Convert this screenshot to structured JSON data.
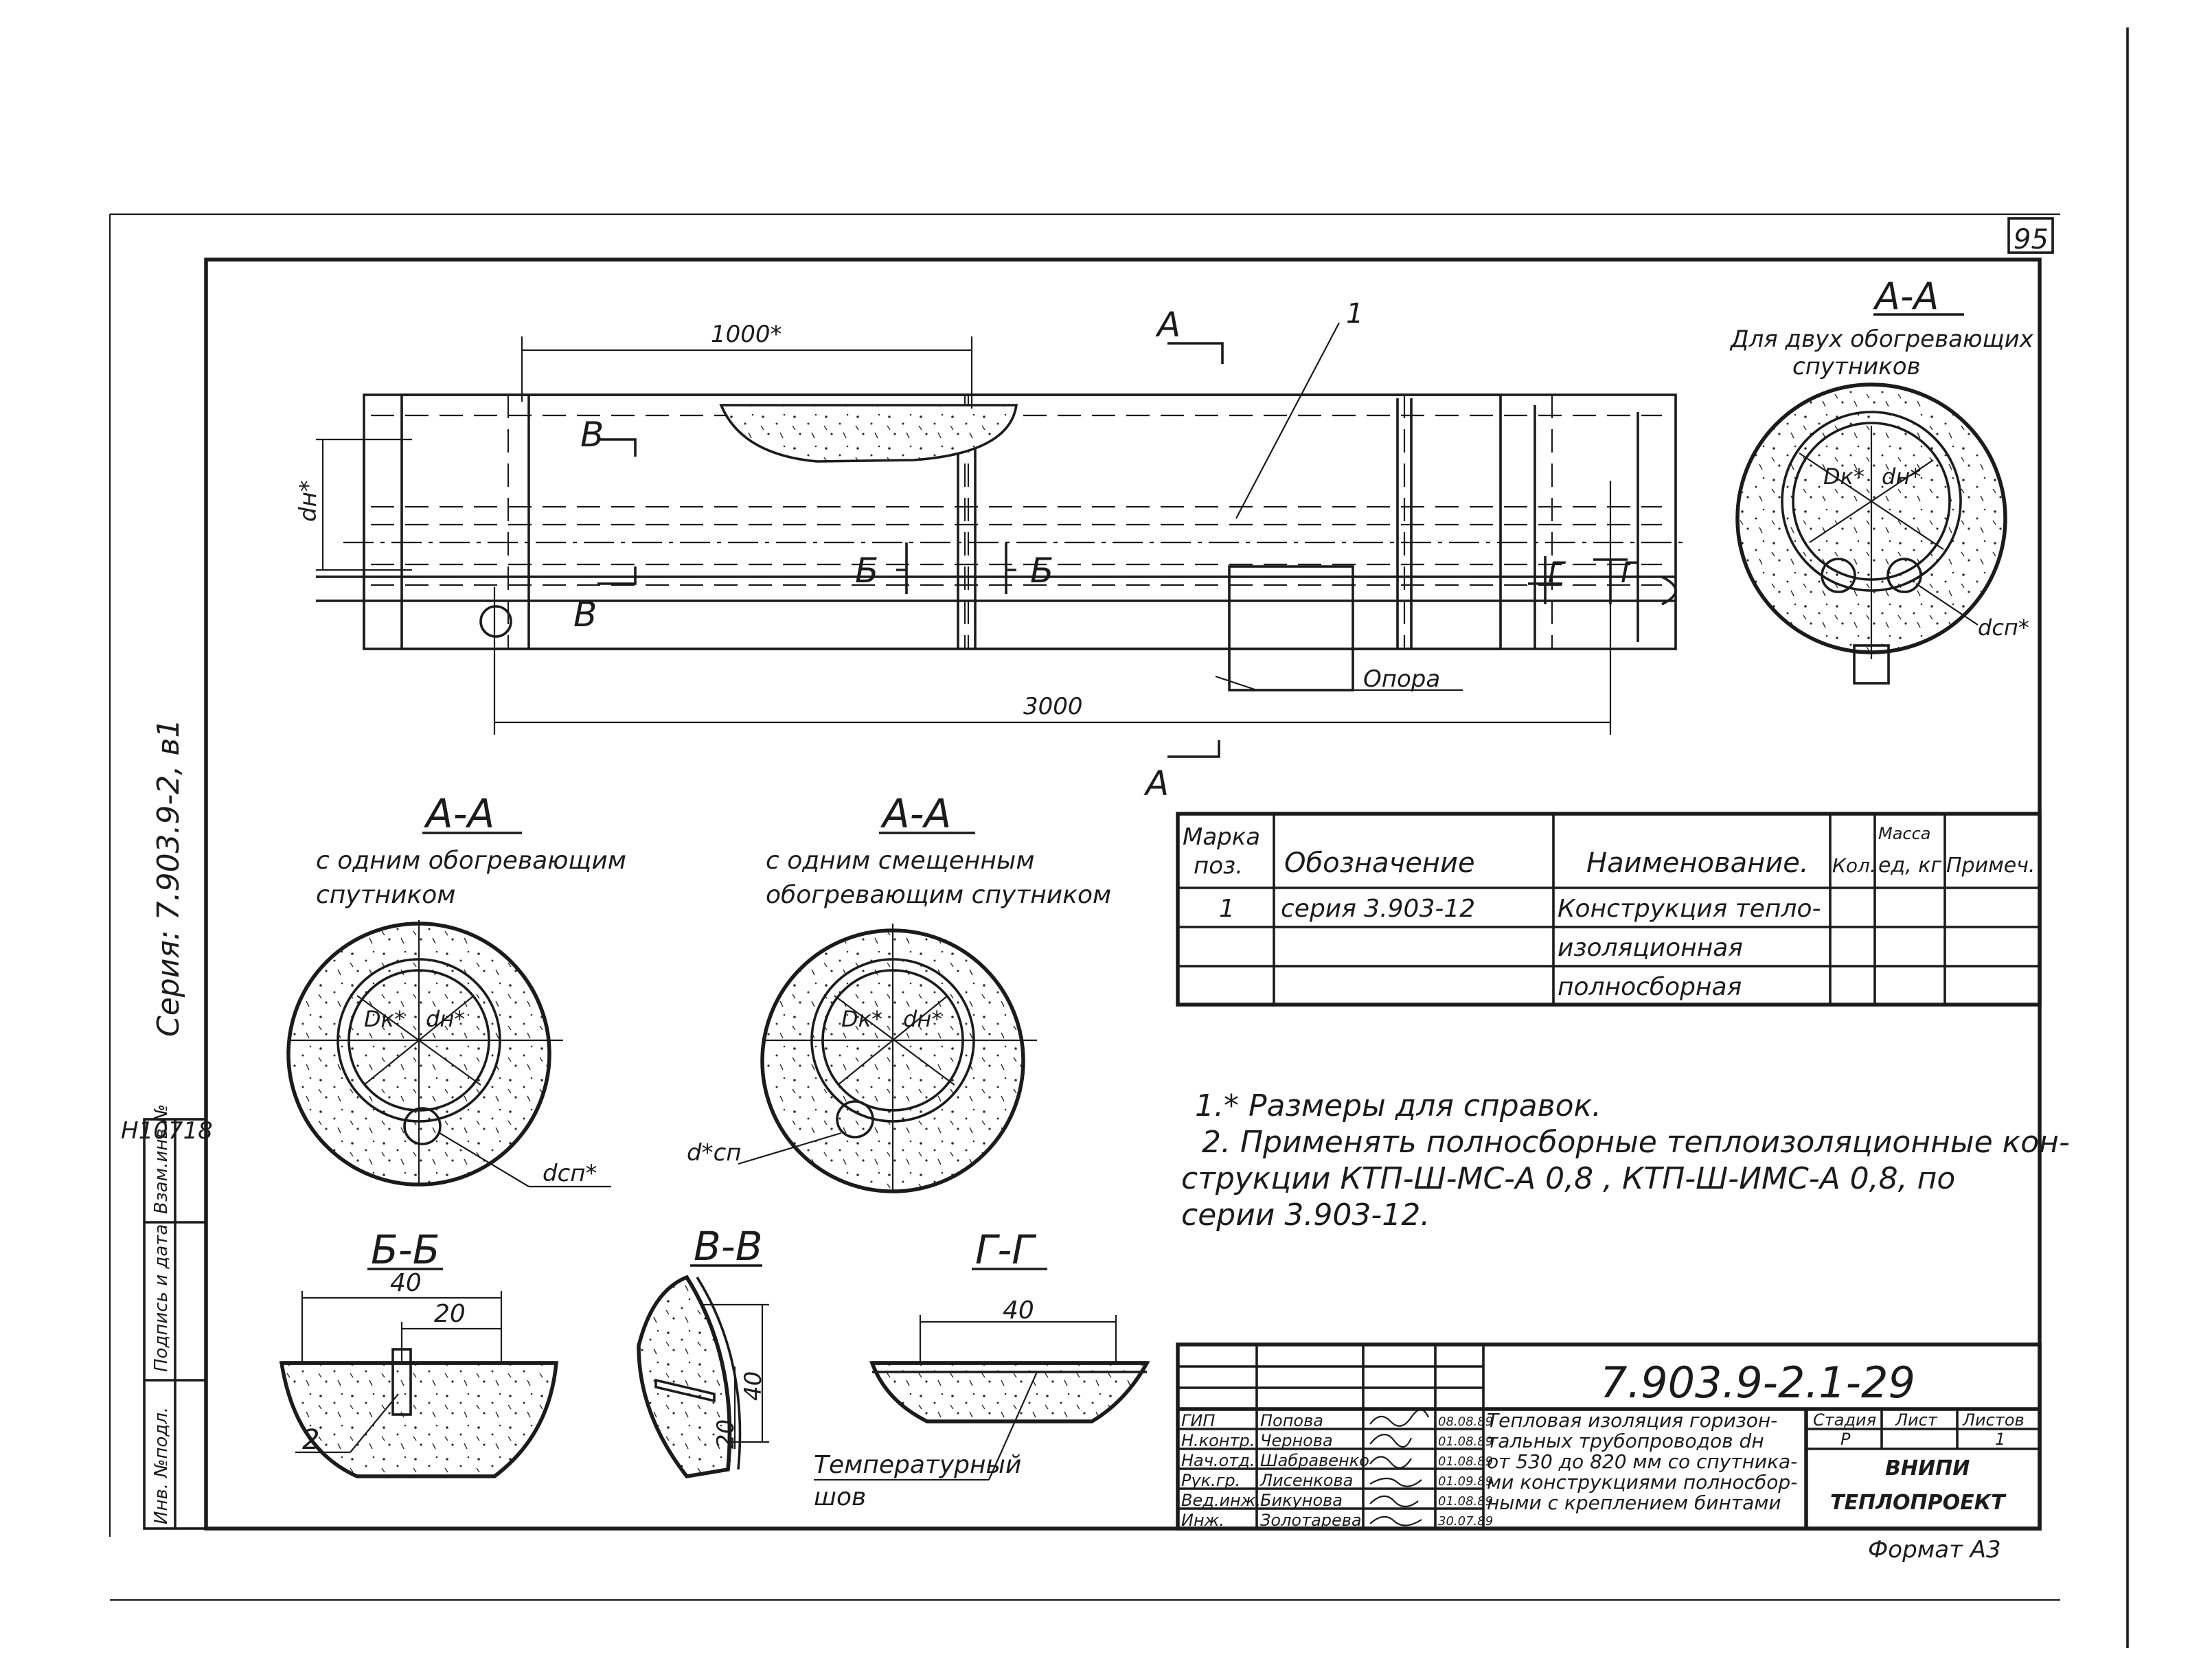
{
  "page_number": "95",
  "side_labels": {
    "series": "Серия: 7.903.9-2, в1",
    "archive": "Н10718",
    "inv_no": "Инв. №подл.",
    "sign_date": "Подпись и дата",
    "vzam": "Взам.инв.№"
  },
  "main_view": {
    "dim_length": "3000",
    "dim_segment": "1000*",
    "dim_dn": "dн*",
    "pos_1": "1",
    "section_a": "А",
    "section_b": "Б",
    "section_v": "В",
    "section_g": "Г",
    "support": "Опора"
  },
  "section_two": {
    "title": "А-А",
    "subtitle_1": "Для двух обогревающих",
    "subtitle_2": "спутников",
    "dk": "Dк*",
    "dn": "dн*",
    "dsp": "dсп*"
  },
  "section_one": {
    "title": "А-А",
    "subtitle_1": "с одним обогревающим",
    "subtitle_2": "спутником",
    "dk": "Dк*",
    "dn": "dн*",
    "dsp": "dсп*"
  },
  "section_offset": {
    "title": "А-А",
    "subtitle_1": "с одним смещенным",
    "subtitle_2": "обогревающим спутником",
    "dk": "Dк*",
    "dn": "dн*",
    "dsp": "d*сп"
  },
  "detail_bb": {
    "title": "Б-Б",
    "dim_40": "40",
    "dim_20": "20",
    "pos_2": "2"
  },
  "detail_vv": {
    "title": "В-В",
    "dim_20": "20",
    "dim_40": "40"
  },
  "detail_gg": {
    "title": "Г-Г",
    "dim_40": "40",
    "seam_1": "Температурный",
    "seam_2": "шов"
  },
  "spec_table": {
    "headers": {
      "mark_1": "Марка",
      "mark_2": "поз.",
      "designation": "Обозначение",
      "name": "Наименование.",
      "qty": "Кол.",
      "mass_1": "Масса",
      "mass_2": "ед, кг",
      "note": "Примеч."
    },
    "rows": [
      {
        "mark": "1",
        "designation": "серия 3.903-12",
        "name": "Конструкция тепло-"
      },
      {
        "mark": "",
        "designation": "",
        "name": "изоляционная"
      },
      {
        "mark": "",
        "designation": "",
        "name": "полносборная"
      }
    ]
  },
  "notes": {
    "line_1": "1.* Размеры для справок.",
    "line_2": "2. Применять полносборные теплоизоляционные кон-",
    "line_3": "струкции КТП-Ш-МС-А 0,8 , КТП-Ш-ИМС-А 0,8, по",
    "line_4": "серии 3.903-12."
  },
  "title_block": {
    "doc_code": "7.903.9-2.1-29",
    "roles": [
      "ГИП",
      "Н.контр.",
      "Нач.отд.",
      "Рук.гр.",
      "Вед.инж.",
      "Инж."
    ],
    "names": [
      "Попова",
      "Чернова",
      "Шабравенко",
      "Лисенкова",
      "Бикунова",
      "Золотарева"
    ],
    "dates": [
      "08.08.89",
      "01.08.89",
      "01.08.89",
      "01.09.89",
      "01.08.89",
      "30.07.89"
    ],
    "title_lines": [
      "Тепловая изоляция горизон-",
      "тальных трубопроводов dн",
      "от 530 до 820 мм со спутника-",
      "ми конструкциями полносбор-",
      "ными с креплением бинтами"
    ],
    "stage_label": "Стадия",
    "sheet_label": "Лист",
    "sheets_label": "Листов",
    "stage": "Р",
    "sheets": "1",
    "org_1": "ВНИПИ",
    "org_2": "ТЕПЛОПРОЕКТ",
    "format": "Формат А3"
  }
}
